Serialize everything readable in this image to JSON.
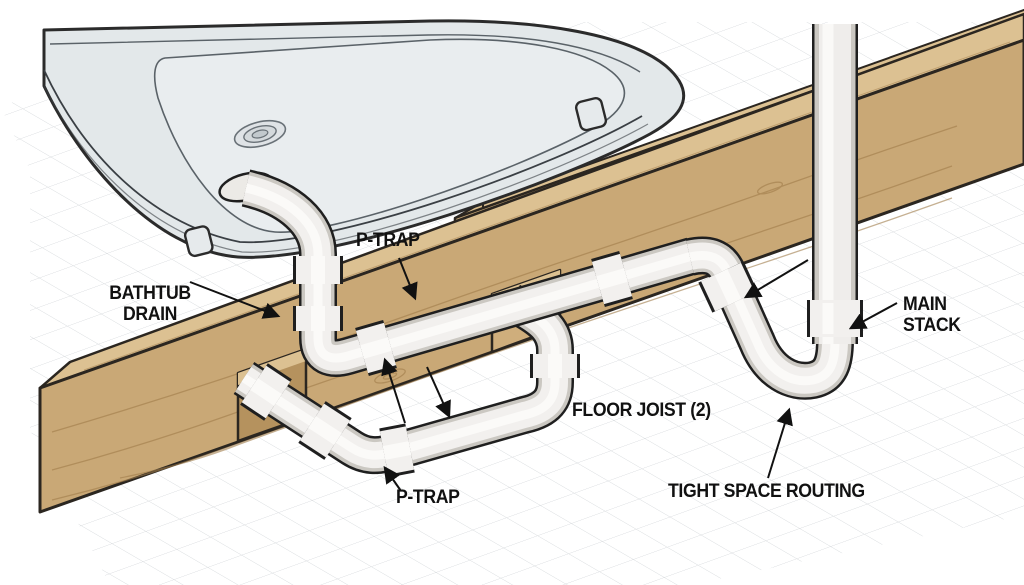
{
  "figure": {
    "type": "plumbing-routing-diagram",
    "labels": {
      "p_trap_top": "P-TRAP",
      "bathtub_drain": "BATHTUB DRAIN",
      "main_stack": "MAIN STACK",
      "floor_joist": "FLOOR JOIST (2)",
      "p_trap_bottom": "P-TRAP",
      "tight_space_routing": "TIGHT SPACE ROUTING"
    },
    "colors": {
      "wood": "#c9a876",
      "wood_top": "#dcc192",
      "wood_end": "#d9bd8c",
      "wood_notch": "#b5925e",
      "wood_notch_light": "#cfae7c",
      "wood_grain": "#a07c4a",
      "outline": "#2b2620",
      "pipe_outline": "#1f1f1f",
      "pipe": "#f2f0ee",
      "pipe_shadow": "#cbc8c2",
      "pipe_highlight": "#fbfaf8",
      "tub": "#e3e8ea",
      "tub_inner": "#e9edef",
      "tub_line": "#5a6268",
      "grid_line": "#d6d9dc",
      "arrow": "#111111",
      "label_text": "#111111"
    }
  }
}
